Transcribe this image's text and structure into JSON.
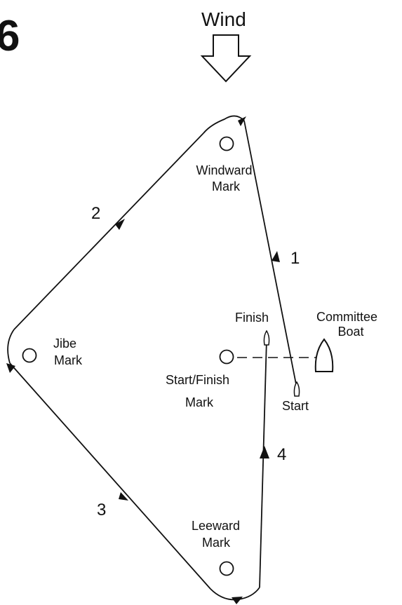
{
  "figure_number": "6",
  "wind_label": "Wind",
  "legs": [
    "1",
    "2",
    "3",
    "4"
  ],
  "marks": {
    "windward": [
      "Windward",
      "Mark"
    ],
    "jibe": [
      "Jibe",
      "Mark"
    ],
    "start_finish": [
      "Start/Finish",
      "Mark"
    ],
    "leeward": [
      "Leeward",
      "Mark"
    ]
  },
  "committee_boat": [
    "Committee",
    "Boat"
  ],
  "finish_label": "Finish",
  "start_label": "Start"
}
